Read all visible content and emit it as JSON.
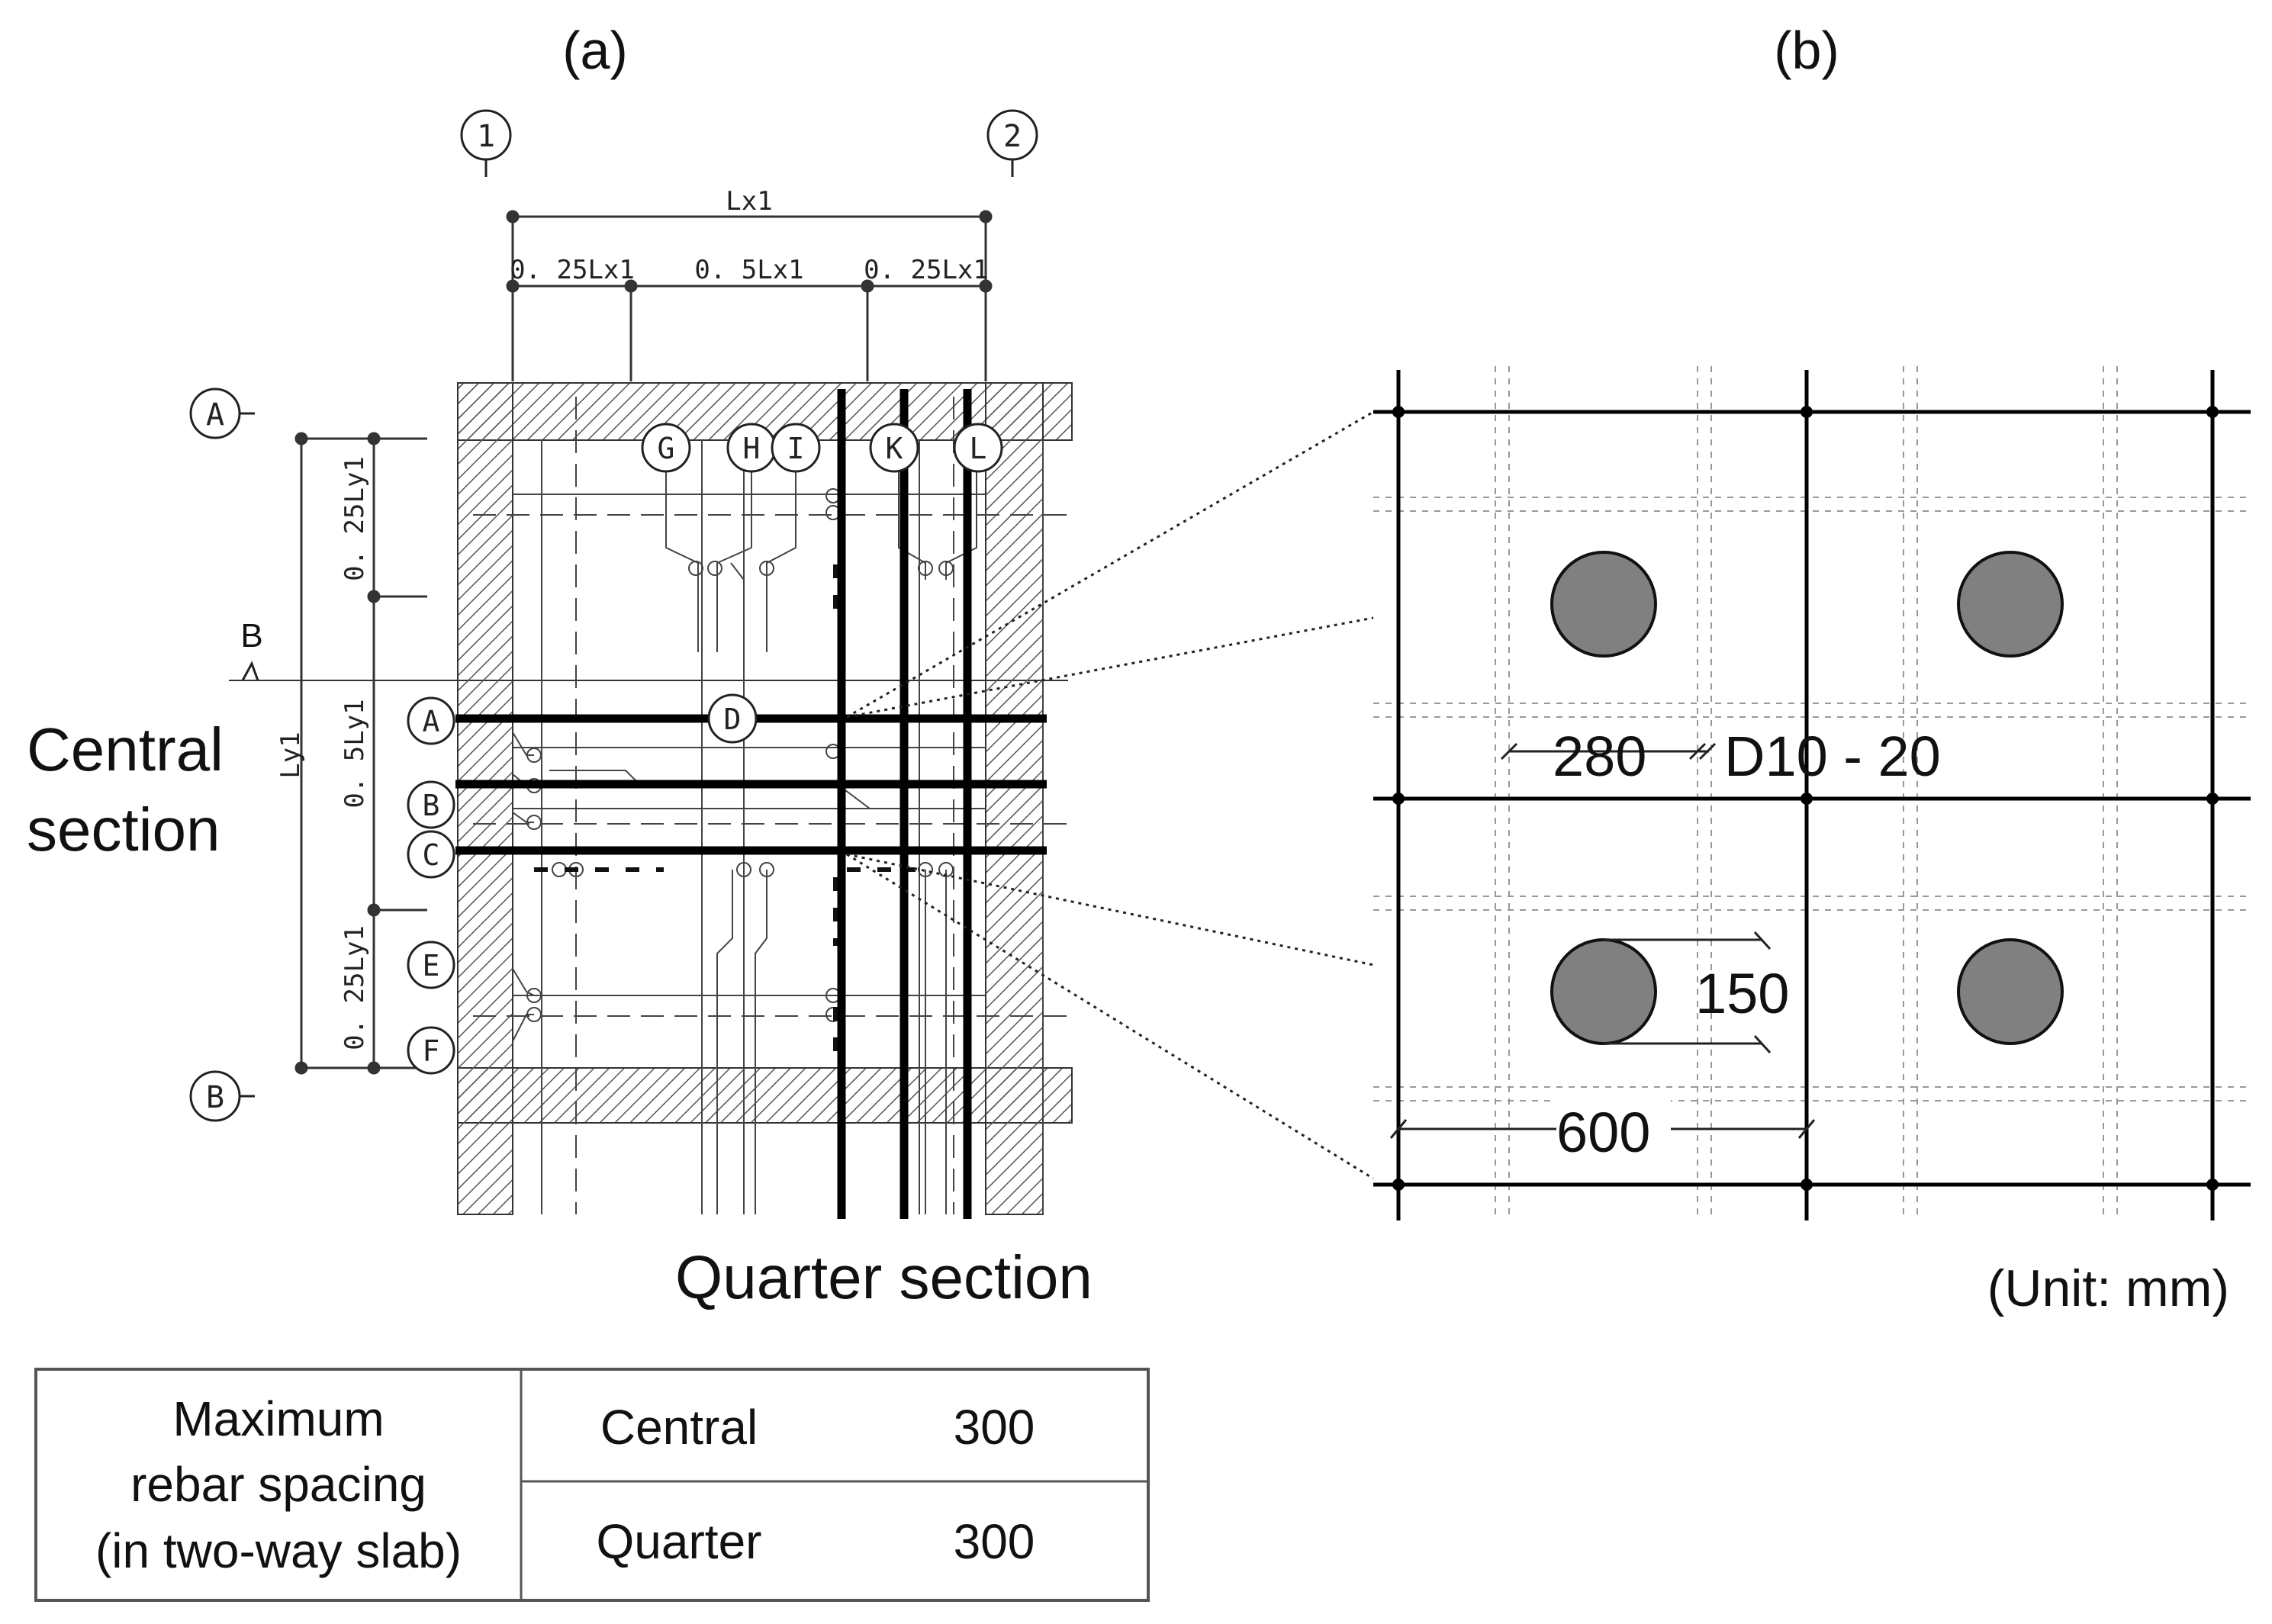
{
  "panel_a": {
    "label": "(a)",
    "grid": {
      "col1": "1",
      "col2": "2",
      "rowA": "A",
      "rowB": "B"
    },
    "dims": {
      "lx1": "Lx1",
      "q1": "0. 25Lx1",
      "half": "0. 5Lx1",
      "q2": "0. 25Lx1",
      "ly1": "Ly1",
      "yq1": "0. 25Ly1",
      "yhalf": "0. 5Ly1",
      "yq2": "0. 25Ly1"
    },
    "section_marker": "B",
    "points": {
      "A": "A",
      "B": "B",
      "C": "C",
      "D": "D",
      "E": "E",
      "F": "F",
      "G": "G",
      "H": "H",
      "I": "I",
      "K": "K",
      "L": "L"
    },
    "central_label_line1": "Central",
    "central_label_line2": "section",
    "quarter_label": "Quarter section"
  },
  "panel_b": {
    "label": "(b)",
    "dim_280": "280",
    "rebar": "D10 - 20",
    "dim_150": "150",
    "dim_600": "600",
    "unit": "(Unit: mm)"
  },
  "table": {
    "header_line1": "Maximum",
    "header_line2": "rebar spacing",
    "header_line3": "(in two-way slab)",
    "rows": [
      {
        "label": "Central",
        "value": "300"
      },
      {
        "label": "Quarter",
        "value": "300"
      }
    ]
  }
}
